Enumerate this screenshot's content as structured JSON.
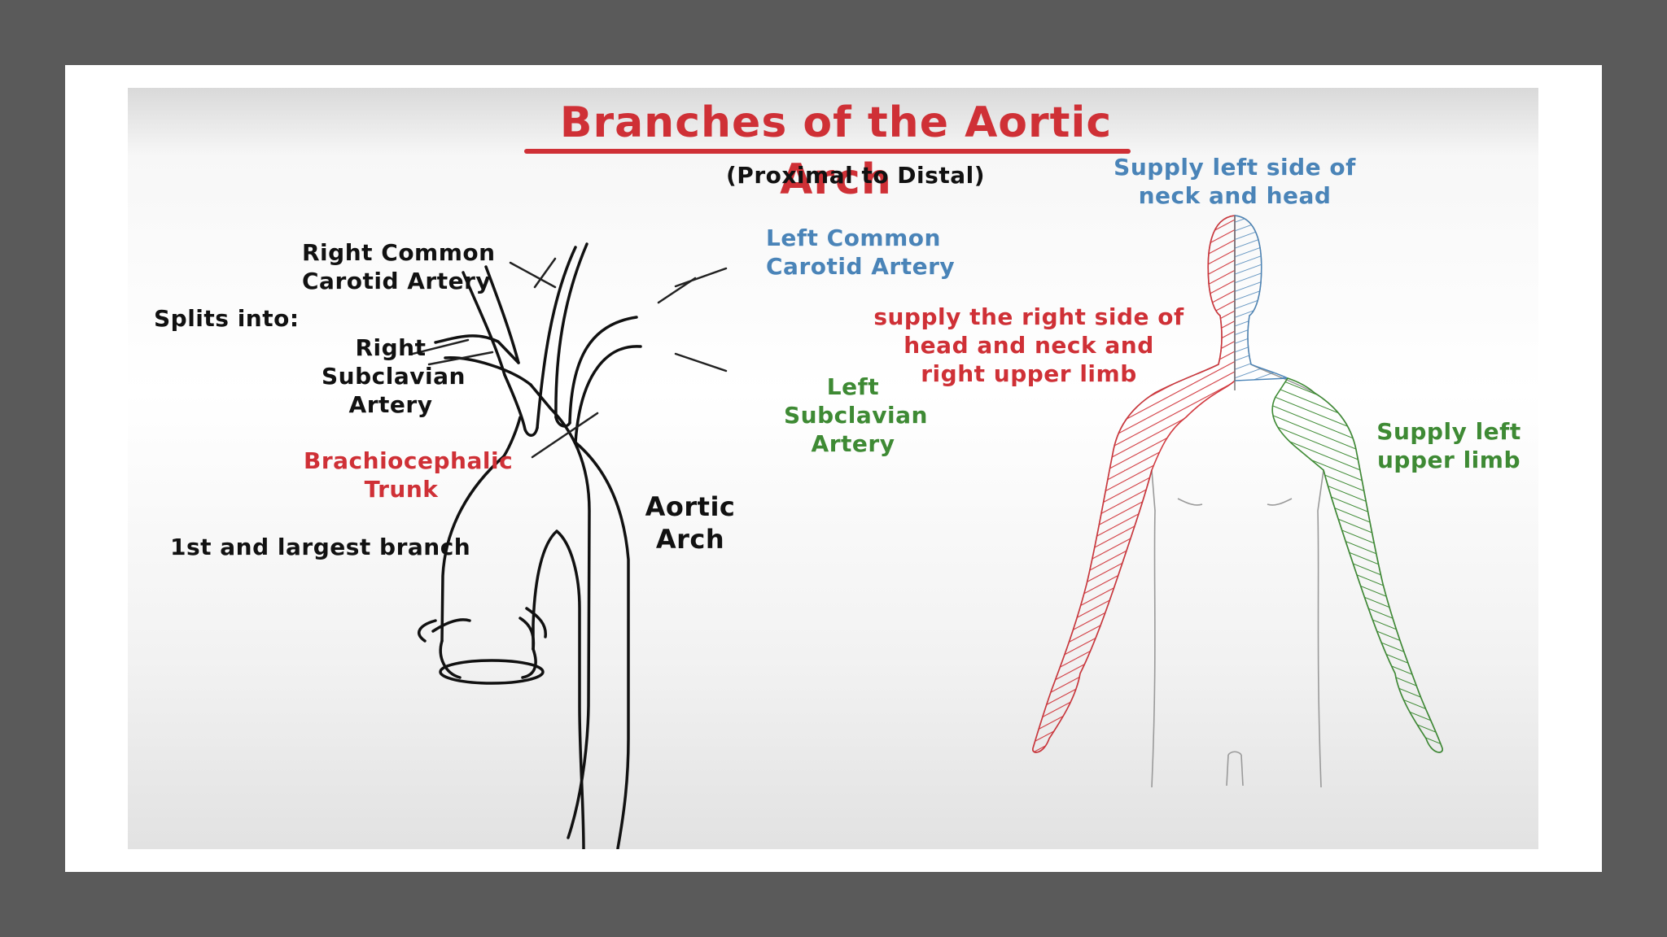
{
  "title": "Branches of the Aortic Arch",
  "subtitle": "(Proximal to Distal)",
  "labels": {
    "right_common_carotid": "Right Common\nCarotid Artery",
    "splits_into": "Splits into:",
    "right_subclavian": "Right\nSubclavian\nArtery",
    "brachiocephalic": "Brachiocephalic\nTrunk",
    "first_largest": "1st and largest branch",
    "aortic_arch": "Aortic\nArch",
    "left_common_carotid": "Left Common\nCarotid Artery",
    "left_subclavian": "Left\nSubclavian\nArtery"
  },
  "body_labels": {
    "supply_left_neck_head": "Supply left side of\nneck and head",
    "supply_right_side": "supply the right side of\nhead and neck and\nright upper limb",
    "supply_left_upper_limb": "Supply left\nupper limb"
  },
  "colors": {
    "red": "#cf3036",
    "blue": "#4a84b8",
    "green": "#3e8a34",
    "ink": "#111111"
  }
}
